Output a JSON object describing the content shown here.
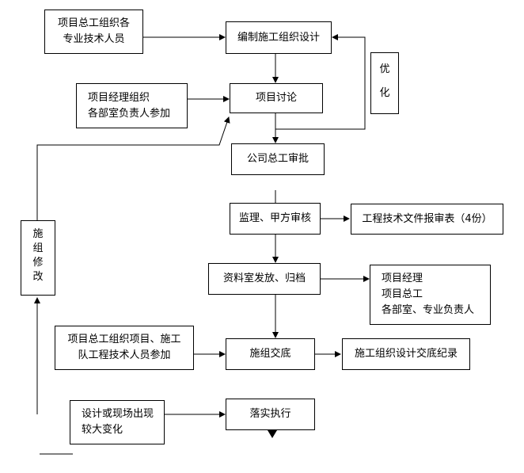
{
  "nodes": {
    "tech_staff": [
      "项目总工组织各",
      "专业技术人员"
    ],
    "compile_design": "编制施工组织设计",
    "optimize": [
      "优",
      "化"
    ],
    "pm_org": [
      "项目经理组织",
      "各部室负责人参加"
    ],
    "discuss": "项目讨论",
    "company_approval": "公司总工审批",
    "supervisor_review": "监理、甲方审核",
    "report_form": "工程技术文件报审表（4份）",
    "archive": "资料室发放、归档",
    "recipients": [
      "项目经理",
      "项目总工",
      "各部室、专业负责人"
    ],
    "modify": [
      "施",
      "组",
      "修",
      "改"
    ],
    "briefing_staff": [
      "项目总工组织项目、施工",
      "队工程技术人员参加"
    ],
    "briefing": "施组交底",
    "briefing_record": "施工组织设计交底纪录",
    "change": [
      "设计或现场出现",
      "较大变化"
    ],
    "implement": "落实执行"
  }
}
